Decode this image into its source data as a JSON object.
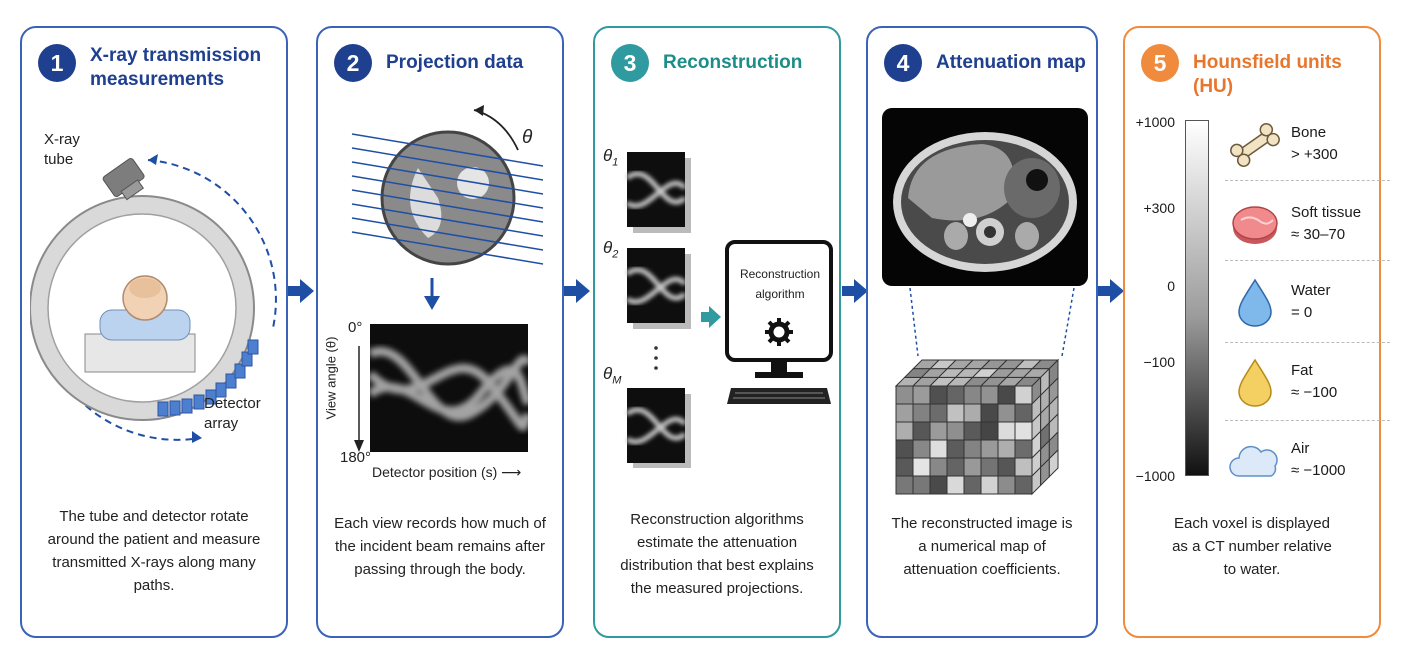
{
  "panels": [
    {
      "number": "1",
      "title_lines": [
        "X-ray transmission",
        "measurements"
      ],
      "labels": {
        "tube": [
          "X-ray",
          "tube"
        ],
        "detector": [
          "Detector",
          "array"
        ]
      },
      "description": [
        "The tube and detector rotate",
        "around the patient and measure",
        "transmitted X-rays along many",
        "paths."
      ]
    },
    {
      "number": "2",
      "title_lines": [
        "Projection data"
      ],
      "labels": {
        "theta": "θ",
        "angle_top": "0°",
        "angle_bottom": "180°",
        "yaxis": "View angle (θ)",
        "xaxis": "Detector position (s) ⟶"
      },
      "description": [
        "Each view records how much of",
        "the incident beam remains after",
        "passing through the body."
      ]
    },
    {
      "number": "3",
      "title_lines": [
        "Reconstruction"
      ],
      "labels": {
        "theta1": "θ",
        "sub1": "1",
        "theta2": "θ",
        "sub2": "2",
        "thetaM": "θ",
        "subM": "M",
        "algo": [
          "Reconstruction",
          "algorithm"
        ]
      },
      "description": [
        "Reconstruction algorithms",
        "estimate the attenuation",
        "distribution that best explains",
        "the measured projections."
      ]
    },
    {
      "number": "4",
      "title_lines": [
        "Attenuation map"
      ],
      "description": [
        "The reconstructed image is",
        "a numerical map of",
        "attenuation coefficients."
      ]
    },
    {
      "number": "5",
      "title_lines": [
        "Hounsfield units (HU)"
      ],
      "ticks": [
        "+1000",
        "+300",
        "0",
        "−100",
        "−1000"
      ],
      "items": [
        {
          "name": "Bone",
          "value": "> +300",
          "icon": "bone-icon"
        },
        {
          "name": "Soft tissue",
          "value": "≈ 30–70",
          "icon": "meat-icon"
        },
        {
          "name": "Water",
          "value": "= 0",
          "icon": "water-drop-icon"
        },
        {
          "name": "Fat",
          "value": "≈ −100",
          "icon": "fat-drop-icon"
        },
        {
          "name": "Air",
          "value": "≈ −1000",
          "icon": "cloud-icon"
        }
      ],
      "description": [
        "Each voxel is displayed",
        "as a CT number relative",
        "to water."
      ]
    }
  ],
  "colors": {
    "blue": "#1f3f8f",
    "teal": "#1c8d88",
    "orange": "#e8772e",
    "arrow": "#1f4fa5"
  }
}
